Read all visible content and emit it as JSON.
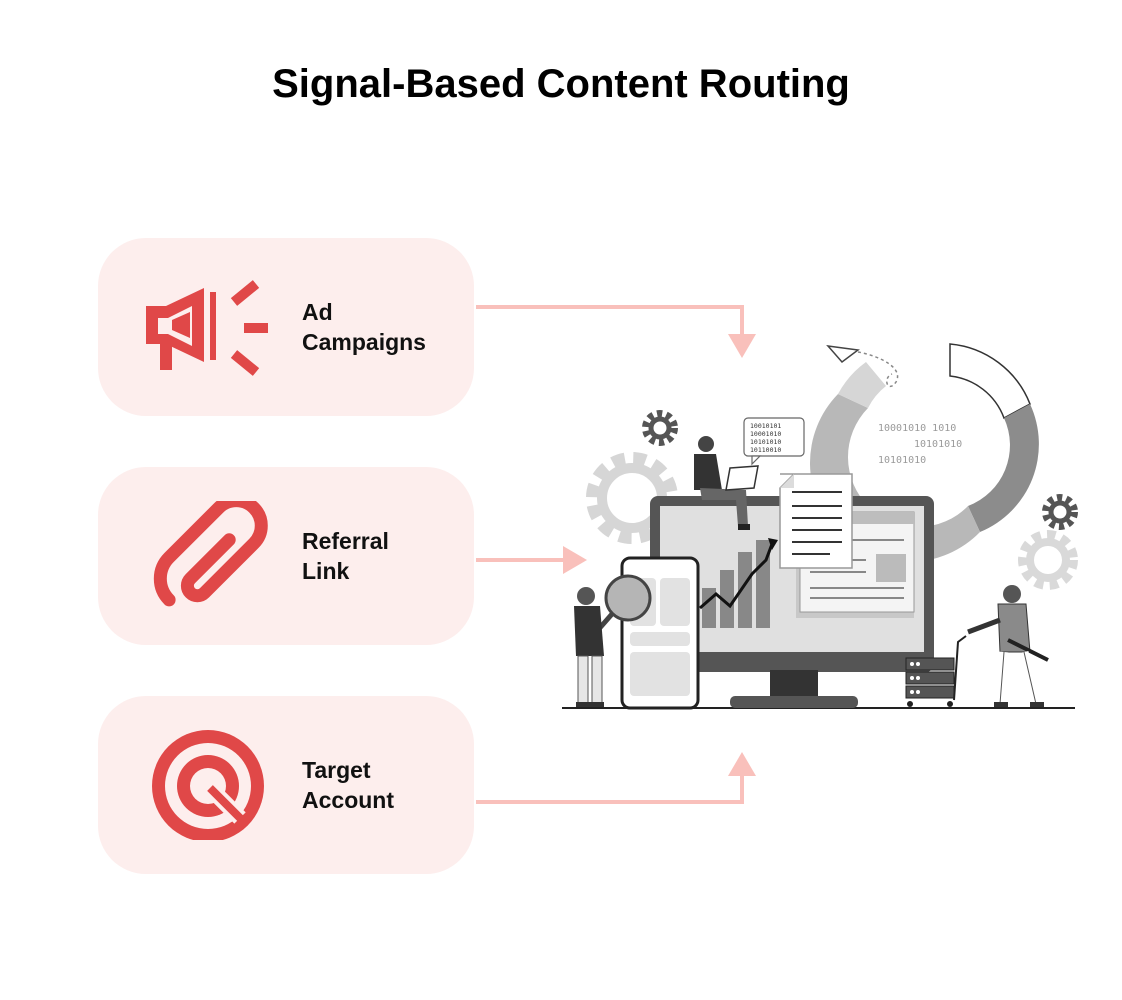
{
  "title": "Signal-Based Content Routing",
  "colors": {
    "accent": "#e04848",
    "card_bg": "#fdeeed",
    "connector": "#f9c0bb"
  },
  "sources": [
    {
      "line1": "Ad",
      "line2": "Campaigns",
      "icon": "megaphone-icon"
    },
    {
      "line1": "Referral",
      "line2": "Link",
      "icon": "paperclip-icon"
    },
    {
      "line1": "Target",
      "line2": "Account",
      "icon": "target-icon"
    }
  ],
  "illustration": {
    "binary_bubble": [
      "10010101",
      "10001010",
      "10101010",
      "10110010"
    ],
    "binary_chart": [
      "10001010 1010",
      "10101010",
      "10101010"
    ]
  }
}
